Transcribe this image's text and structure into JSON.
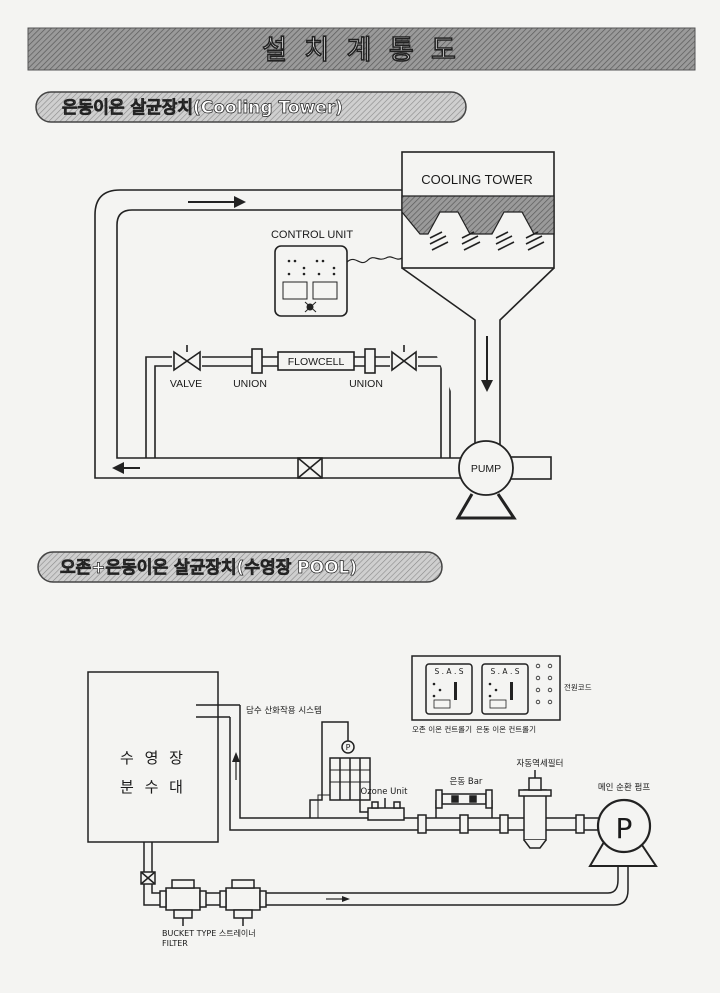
{
  "header": {
    "title": "설 치 계 통 도"
  },
  "section1": {
    "label": "은동이온 살균장치(Cooling Tower)",
    "cooling_tower": "COOLING TOWER",
    "control_unit": "CONTROL UNIT",
    "flowcell": "FLOWCELL",
    "valve": "VALVE",
    "union_left": "UNION",
    "union_right": "UNION",
    "pump": "PUMP"
  },
  "section2": {
    "label": "오존+은동이온 살균장치(수영장 POOL)",
    "pool_line1": "수 영 장",
    "pool_line2": "분 수 대",
    "aux_system": "담수 산화작용 시스템",
    "pump_p_small": "P",
    "ozone_unit": "Ozone Unit",
    "copper_bar": "은동 Bar",
    "auto_filter": "자동역세필터",
    "main_pump": "메인 순환 펌프",
    "main_pump_p": "P",
    "ozone_controller": "오존 이온 컨트롤기",
    "copper_controller": "은동 이온 컨트롤기",
    "power_cord": "전원코드",
    "sas_left": "S . A . S",
    "sas_right": "S . A . S",
    "strainer_line1": "BUCKET   TYPE 스트레이너",
    "strainer_line2": "FILTER"
  }
}
